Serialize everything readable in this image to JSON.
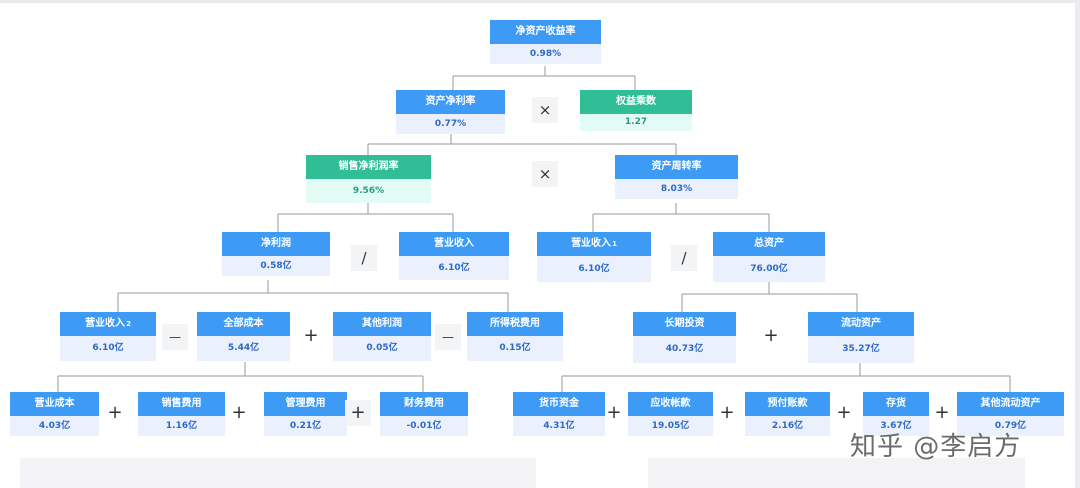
{
  "nodes": {
    "roe": {
      "label": "净资产收益率",
      "value": "0.98%"
    },
    "net_asset_margin": {
      "label": "资产净利率",
      "value": "0.77%"
    },
    "equity_multiplier": {
      "label": "权益乘数",
      "value": "1.27"
    },
    "net_profit_margin": {
      "label": "销售净利润率",
      "value": "9.56%"
    },
    "asset_turnover": {
      "label": "资产周转率",
      "value": "8.03%"
    },
    "net_profit": {
      "label": "净利润",
      "value": "0.58亿"
    },
    "revenue_a": {
      "label": "营业收入",
      "value": "6.10亿"
    },
    "revenue_b": {
      "label": "营业收入",
      "sup": "1",
      "value": "6.10亿"
    },
    "total_assets": {
      "label": "总资产",
      "value": "76.00亿"
    },
    "revenue_c": {
      "label": "营业收入",
      "sup": "2",
      "value": "6.10亿"
    },
    "total_cost": {
      "label": "全部成本",
      "value": "5.44亿"
    },
    "other_profit": {
      "label": "其他利润",
      "value": "0.05亿"
    },
    "income_tax": {
      "label": "所得税费用",
      "value": "0.15亿"
    },
    "long_term_investment": {
      "label": "长期投资",
      "value": "40.73亿"
    },
    "current_assets": {
      "label": "流动资产",
      "value": "35.27亿"
    },
    "operating_cost": {
      "label": "营业成本",
      "value": "4.03亿"
    },
    "selling_expense": {
      "label": "销售费用",
      "value": "1.16亿"
    },
    "admin_expense": {
      "label": "管理费用",
      "value": "0.21亿"
    },
    "financial_expense": {
      "label": "财务费用",
      "value": "-0.01亿"
    },
    "cash": {
      "label": "货币资金",
      "value": "4.31亿"
    },
    "receivables": {
      "label": "应收帐款",
      "value": "19.05亿"
    },
    "prepayments": {
      "label": "预付账款",
      "value": "2.16亿"
    },
    "inventory": {
      "label": "存货",
      "value": "3.67亿"
    },
    "other_current_assets": {
      "label": "其他流动资产",
      "value": "0.79亿"
    }
  },
  "operators": {
    "times": "×",
    "divide": "/",
    "minus": "—",
    "plus": "+"
  },
  "watermark": "知乎 @李启方",
  "colors": {
    "node_blue": "#3d9bf5",
    "node_green": "#2fbe96",
    "value_blue_bg": "#eaf1fd",
    "value_green_bg": "#e3fbf5"
  }
}
